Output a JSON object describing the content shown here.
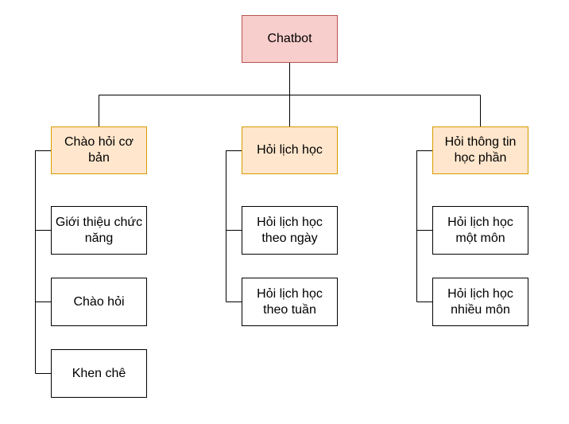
{
  "diagram": {
    "root": {
      "label": "Chatbot"
    },
    "categories": [
      {
        "label": "Chào hỏi cơ bản",
        "items": [
          "Giới thiệu chức năng",
          "Chào hỏi",
          "Khen chê"
        ]
      },
      {
        "label": "Hỏi lịch học",
        "items": [
          "Hỏi lịch học theo ngày",
          "Hỏi lịch học theo tuần"
        ]
      },
      {
        "label": "Hỏi thông tin học phần",
        "items": [
          "Hỏi lịch học một môn",
          "Hỏi lịch học nhiều môn"
        ]
      }
    ],
    "colors": {
      "root_fill": "#f8cecc",
      "root_stroke": "#b85450",
      "category_fill": "#ffe6cc",
      "category_stroke": "#d79b00",
      "item_fill": "#ffffff",
      "connector": "#000000"
    }
  }
}
